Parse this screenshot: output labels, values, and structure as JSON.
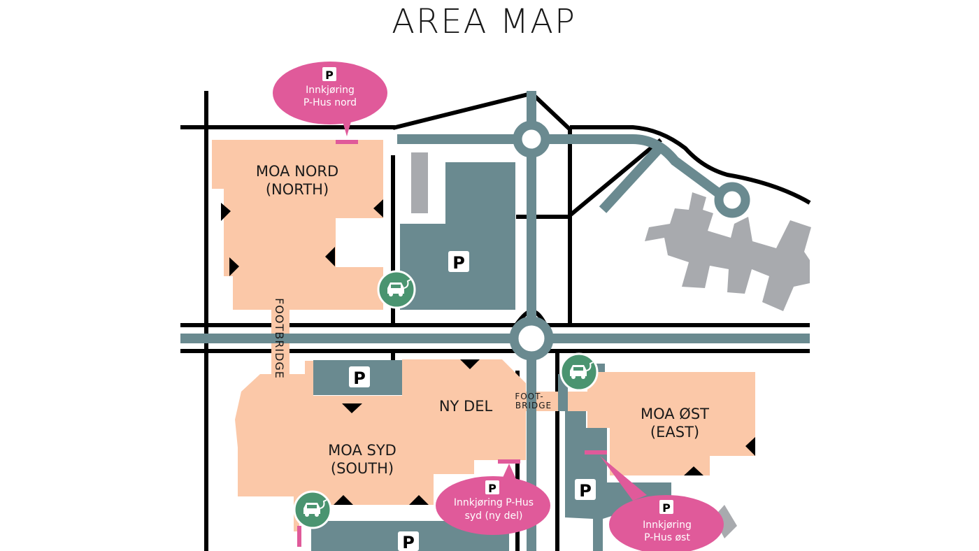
{
  "title": "AREA MAP",
  "colors": {
    "building": "#fbc8a8",
    "road_light": "#6a8a90",
    "road_dark": "#000000",
    "parking": "#6a8a90",
    "callout": "#e05a9a",
    "ev": "#4a9470",
    "hotel": "#a8aaae"
  },
  "buildings": {
    "nord": {
      "line1": "MOA NORD",
      "line2": "(NORTH)"
    },
    "syd": {
      "line1": "MOA SYD",
      "line2": "(SOUTH)"
    },
    "ost": {
      "line1": "MOA ØST",
      "line2": "(EAST)"
    },
    "nydel": {
      "label": "NY DEL"
    }
  },
  "footbridge_vertical": "FOOTBRIDGE",
  "footbridge_horizontal": {
    "line1": "FOOT-",
    "line2": "BRIDGE"
  },
  "parking_symbol": "P",
  "callouts": {
    "nord": {
      "symbol": "P",
      "line1": "Innkjøring",
      "line2": "P-Hus nord"
    },
    "syd": {
      "symbol": "P",
      "line1": "Innkjøring P-Hus",
      "line2": "syd (ny del)"
    },
    "ost": {
      "symbol": "P",
      "line1": "Innkjøring",
      "line2": "P-Hus øst"
    }
  },
  "icons": {
    "ev": "ev-charging-car-icon",
    "entrance": "entrance-triangle-icon",
    "parking": "parking-sign-icon"
  }
}
